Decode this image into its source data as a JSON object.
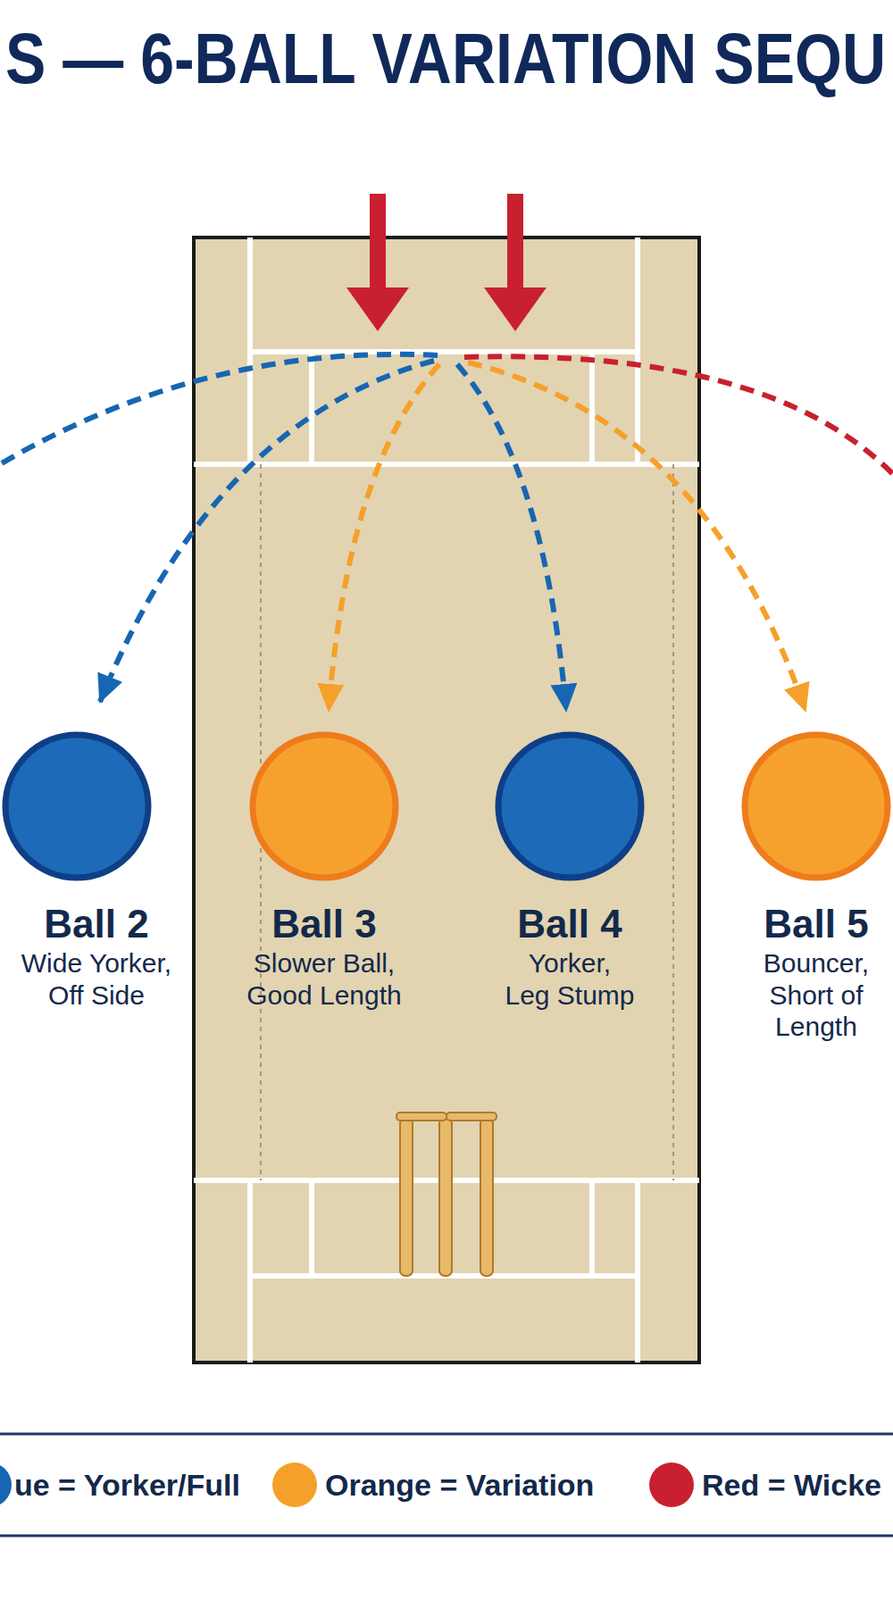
{
  "diagram": {
    "title": "S — 6-BALL VARIATION SEQU",
    "nodes": [
      {
        "text": [
          "Ball 2",
          "Wide Yorker, Off Side"
        ]
      },
      {
        "text": [
          "Ball 3",
          "Slower Ball, Good Length"
        ]
      },
      {
        "text": [
          "Ball 4",
          "Yorker, Leg Stump"
        ]
      },
      {
        "text": [
          "Ball 5",
          "Bouncer, Short of Length"
        ]
      }
    ],
    "legend": [
      {
        "text": "ue = Yorker/Full",
        "color": "#1766b3"
      },
      {
        "text": "Orange = Variation",
        "color": "#f5a02a"
      },
      {
        "text": "Red = Wicke",
        "color": "#c8202f"
      }
    ]
  }
}
